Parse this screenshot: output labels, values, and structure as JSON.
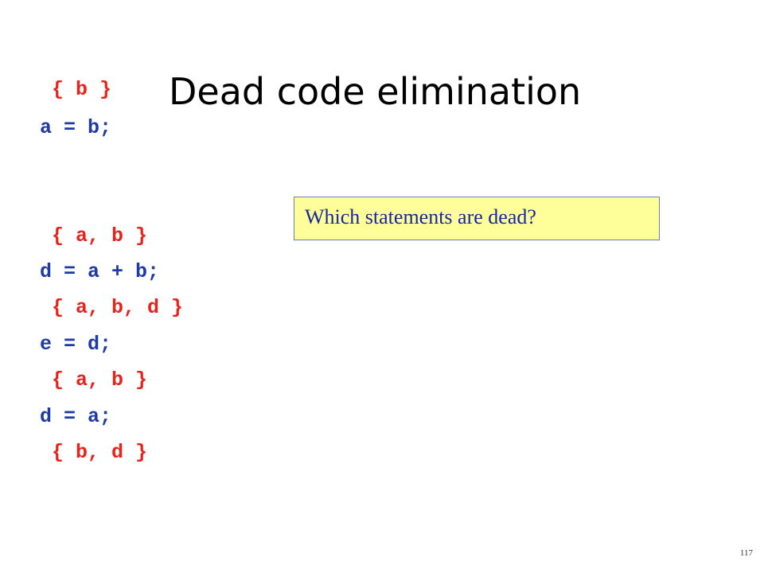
{
  "slide": {
    "title": "Dead code elimination",
    "code_lines": [
      {
        "kind": "live-set",
        "text": " { b }"
      },
      {
        "kind": "stmt",
        "text": "a = b;"
      },
      {
        "kind": "live-set",
        "text": " { a, b }"
      },
      {
        "kind": "stmt",
        "text": "d = a + b;"
      },
      {
        "kind": "live-set",
        "text": " { a, b, d }"
      },
      {
        "kind": "stmt",
        "text": "e = d;"
      },
      {
        "kind": "live-set",
        "text": " { a, b }"
      },
      {
        "kind": "stmt",
        "text": "d = a;"
      },
      {
        "kind": "live-set",
        "text": " { b, d }"
      }
    ],
    "callout_text": "Which statements are dead?",
    "page_number": "117"
  },
  "colors": {
    "live_set": "#e8231c",
    "statement": "#1e3aa6",
    "callout_bg": "#ffff99",
    "callout_text": "#14289c"
  }
}
